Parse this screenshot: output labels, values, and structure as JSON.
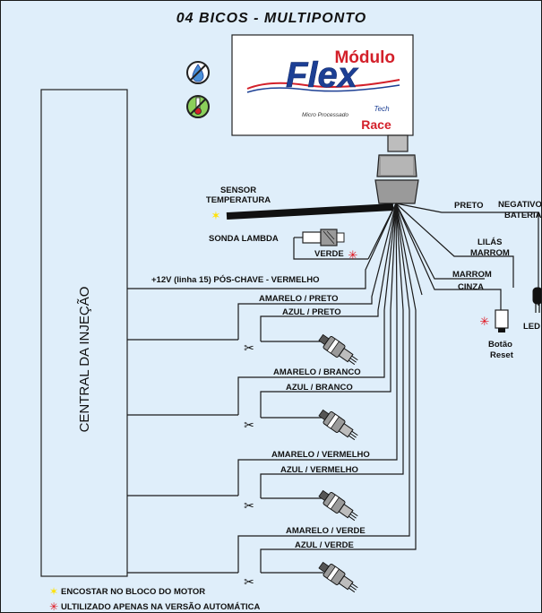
{
  "title": "04 BICOS - MULTIPONTO",
  "module": {
    "brand_top": "Módulo",
    "brand_main": "Flex",
    "subtitle": "Micro Processado",
    "maker_top": "Tech",
    "maker_main": "Race"
  },
  "central_label": "CENTRAL DA INJEÇÃO",
  "labels": {
    "sensor": "SENSOR TEMPERATURA",
    "sonda": "SONDA LAMBDA",
    "verde": "VERDE",
    "preto": "PRETO",
    "negativo": "NEGATIVO",
    "bateria": "BATERIA",
    "lilas": "LILÁS",
    "marrom_led": "MARROM",
    "marrom_reset": "MARROM",
    "cinza": "CINZA",
    "led": "LED",
    "botao": "Botão",
    "reset": "Reset",
    "power": "+12V (linha 15) PÓS-CHAVE - VERMELHO"
  },
  "injectors": [
    {
      "wire_a": "AMARELO / PRETO",
      "wire_b": "AZUL / PRETO"
    },
    {
      "wire_a": "AMARELO / BRANCO",
      "wire_b": "AZUL / BRANCO"
    },
    {
      "wire_a": "AMARELO / VERMELHO",
      "wire_b": "AZUL / VERMELHO"
    },
    {
      "wire_a": "AMARELO / VERDE",
      "wire_b": "AZUL / VERDE"
    }
  ],
  "legend": {
    "yellow_note": "ENCOSTAR NO BLOCO DO MOTOR",
    "red_note": "ULTILIZADO APENAS NA VERSÃO AUTOMÁTICA"
  },
  "colors": {
    "background": "#dfeefa",
    "yellow_star": "#ffe100",
    "red_star": "#e0101a",
    "brand_red": "#d3202a",
    "brand_blue": "#1c3f94"
  },
  "icons": [
    "water-drop-icon",
    "thermometer-icon",
    "scissors-icon"
  ]
}
